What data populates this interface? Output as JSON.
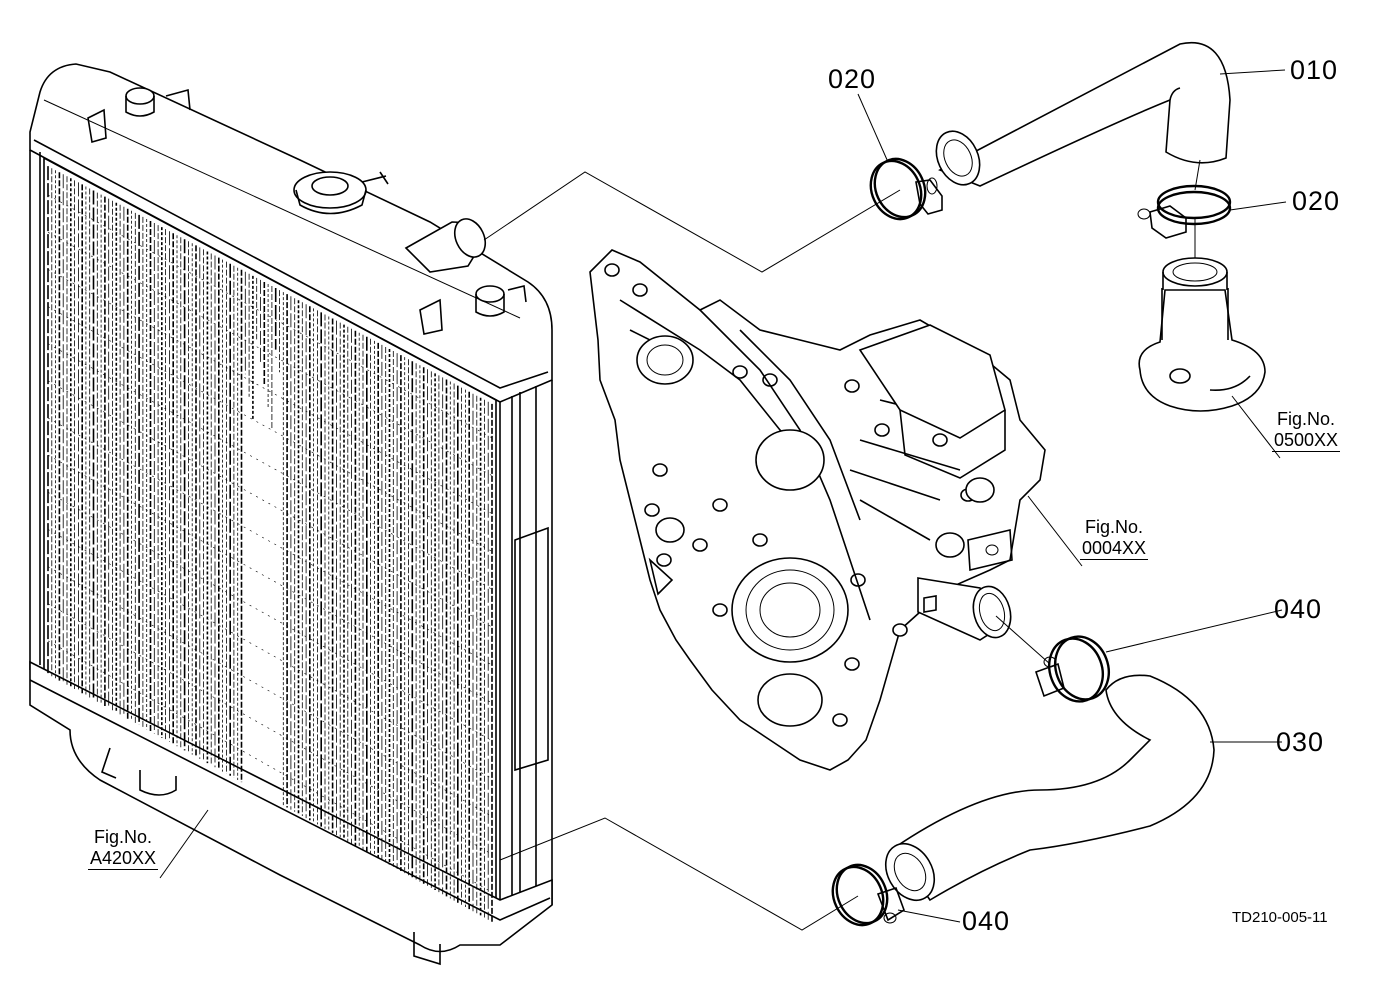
{
  "callouts": {
    "p010": "010",
    "p020_top": "020",
    "p020_right": "020",
    "p030": "030",
    "p040_right": "040",
    "p040_bottom": "040"
  },
  "figrefs": {
    "radiator": {
      "caption": "Fig.No.",
      "number": "A420XX"
    },
    "gear_case": {
      "caption": "Fig.No.",
      "number": "0004XX"
    },
    "thermostat": {
      "caption": "Fig.No.",
      "number": "0500XX"
    }
  },
  "drawing_code": "TD210-005-11"
}
